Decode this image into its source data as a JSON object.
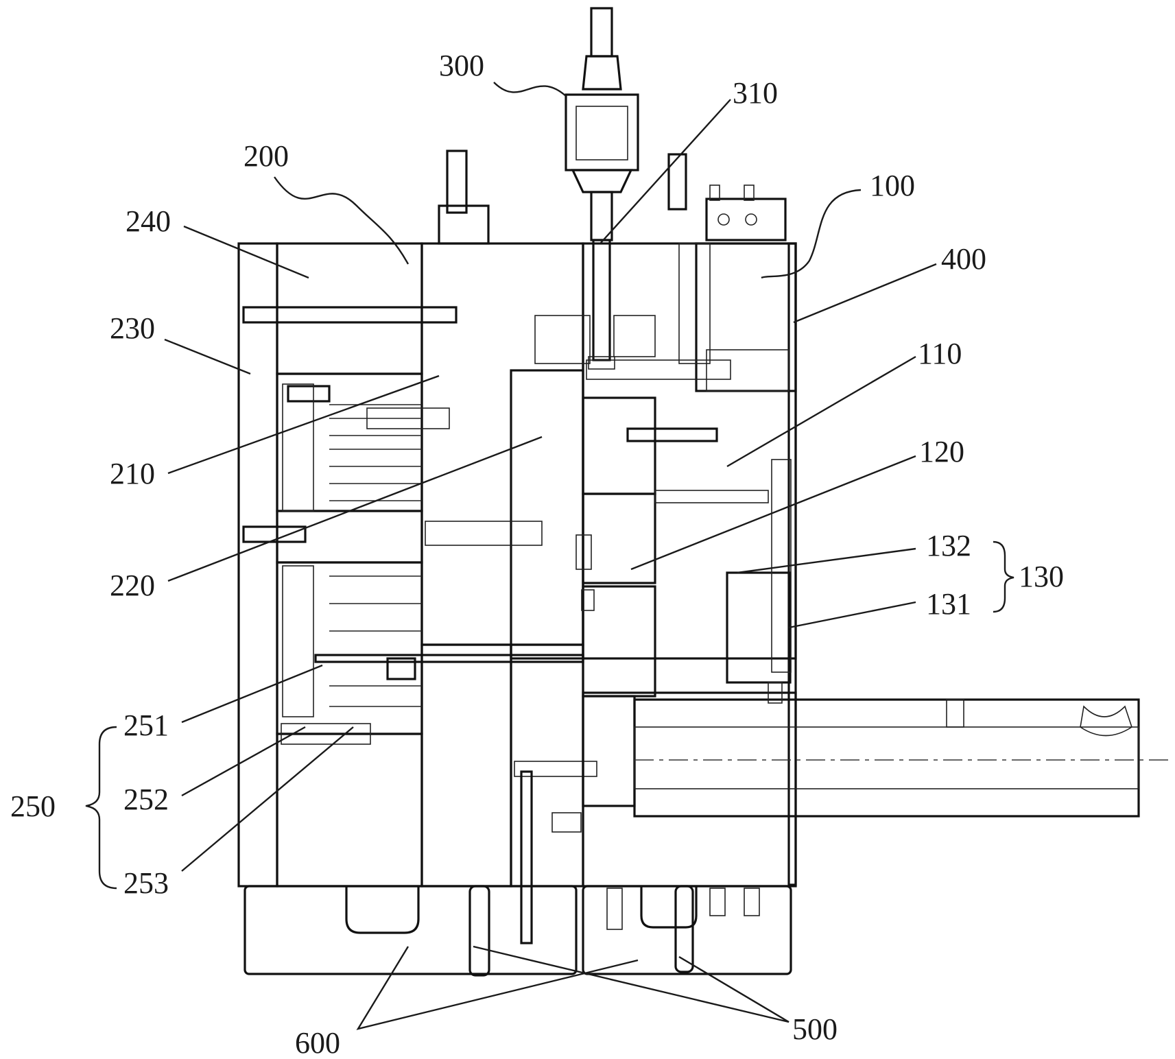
{
  "diagram": {
    "labels": [
      {
        "id": "300",
        "text": "300"
      },
      {
        "id": "310",
        "text": "310"
      },
      {
        "id": "200",
        "text": "200"
      },
      {
        "id": "100",
        "text": "100"
      },
      {
        "id": "240",
        "text": "240"
      },
      {
        "id": "400",
        "text": "400"
      },
      {
        "id": "230",
        "text": "230"
      },
      {
        "id": "110",
        "text": "110"
      },
      {
        "id": "120",
        "text": "120"
      },
      {
        "id": "210",
        "text": "210"
      },
      {
        "id": "132",
        "text": "132"
      },
      {
        "id": "130",
        "text": "130"
      },
      {
        "id": "220",
        "text": "220"
      },
      {
        "id": "131",
        "text": "131"
      },
      {
        "id": "251",
        "text": "251"
      },
      {
        "id": "250",
        "text": "250"
      },
      {
        "id": "252",
        "text": "252"
      },
      {
        "id": "253",
        "text": "253"
      },
      {
        "id": "600",
        "text": "600"
      },
      {
        "id": "500",
        "text": "500"
      }
    ]
  }
}
